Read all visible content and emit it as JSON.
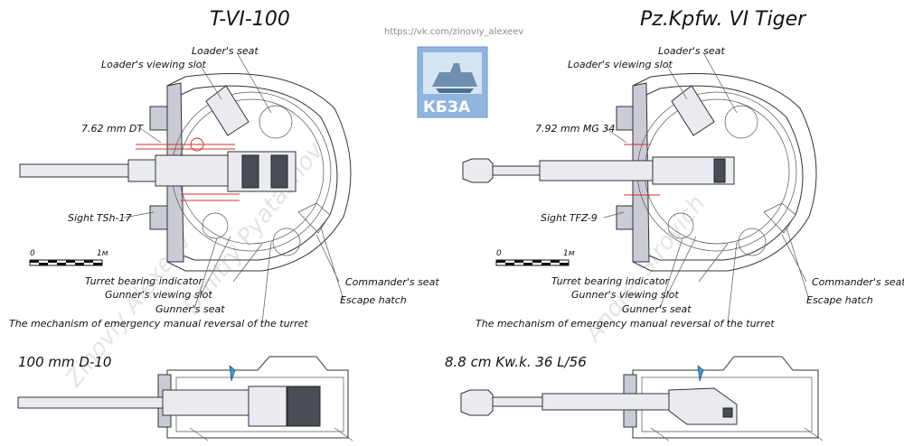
{
  "source_url": "https://vk.com/zinoviy_alexeev",
  "logo": {
    "text": "КБЗА",
    "color": "#5f90c8"
  },
  "watermarks": [
    "Zinoviy Alexeev",
    "Dmitry Pyatakhov",
    "Andrei Sirovich"
  ],
  "left": {
    "title": "T-VI-100",
    "labels": {
      "loaders_seat": "Loader's seat",
      "loaders_slot": "Loader's viewing slot",
      "mg": "7.62 mm DT",
      "sight": "Sight TSh-17",
      "bearing": "Turret bearing indicator",
      "gunners_slot": "Gunner's viewing slot",
      "gunners_seat": "Gunner's seat",
      "mechanism": "The mechanism of emergency manual reversal of the turret",
      "commanders_seat": "Commander's seat",
      "escape": "Escape hatch"
    },
    "scale": {
      "zero": "0",
      "one": "1м"
    },
    "gun": "100 mm D-10"
  },
  "right": {
    "title": "Pz.Kpfw. VI Tiger",
    "labels": {
      "loaders_seat": "Loader's seat",
      "loaders_slot": "Loader's viewing slot",
      "mg": "7.92 mm MG 34",
      "sight": "Sight TFZ-9",
      "bearing": "Turret bearing indicator",
      "gunners_slot": "Gunner's viewing slot",
      "gunners_seat": "Gunner's seat",
      "mechanism": "The mechanism of emergency manual reversal of the turret",
      "commanders_seat": "Commander's seat",
      "escape": "Escape hatch"
    },
    "scale": {
      "zero": "0",
      "one": "1м"
    },
    "gun": "8.8 cm Kw.k. 36 L/56"
  }
}
